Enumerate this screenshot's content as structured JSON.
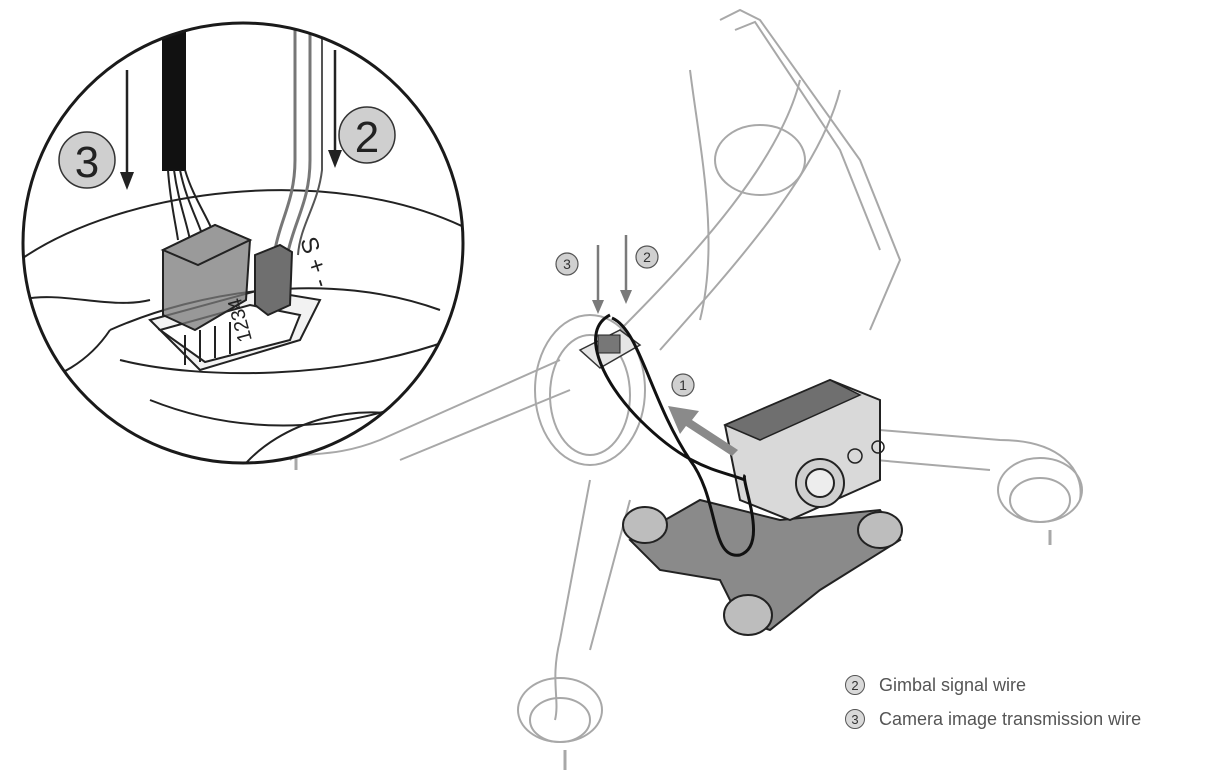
{
  "detail_view": {
    "badge_wire2": "2",
    "badge_wire3": "3",
    "port_numbers": "1234",
    "polarity_label": "S + -"
  },
  "drone_view": {
    "step_1": "1",
    "step_2": "2",
    "step_3": "3"
  },
  "legend": {
    "items": [
      {
        "num": "2",
        "label": "Gimbal signal wire"
      },
      {
        "num": "3",
        "label": "Camera image transmission wire"
      }
    ]
  },
  "colors": {
    "line": "#1a1a1a",
    "frame_gray": "#9a9a9a",
    "connector_fill": "#6f6f6f",
    "badge_fill": "#d0d0d0",
    "legend_text": "#555555"
  }
}
